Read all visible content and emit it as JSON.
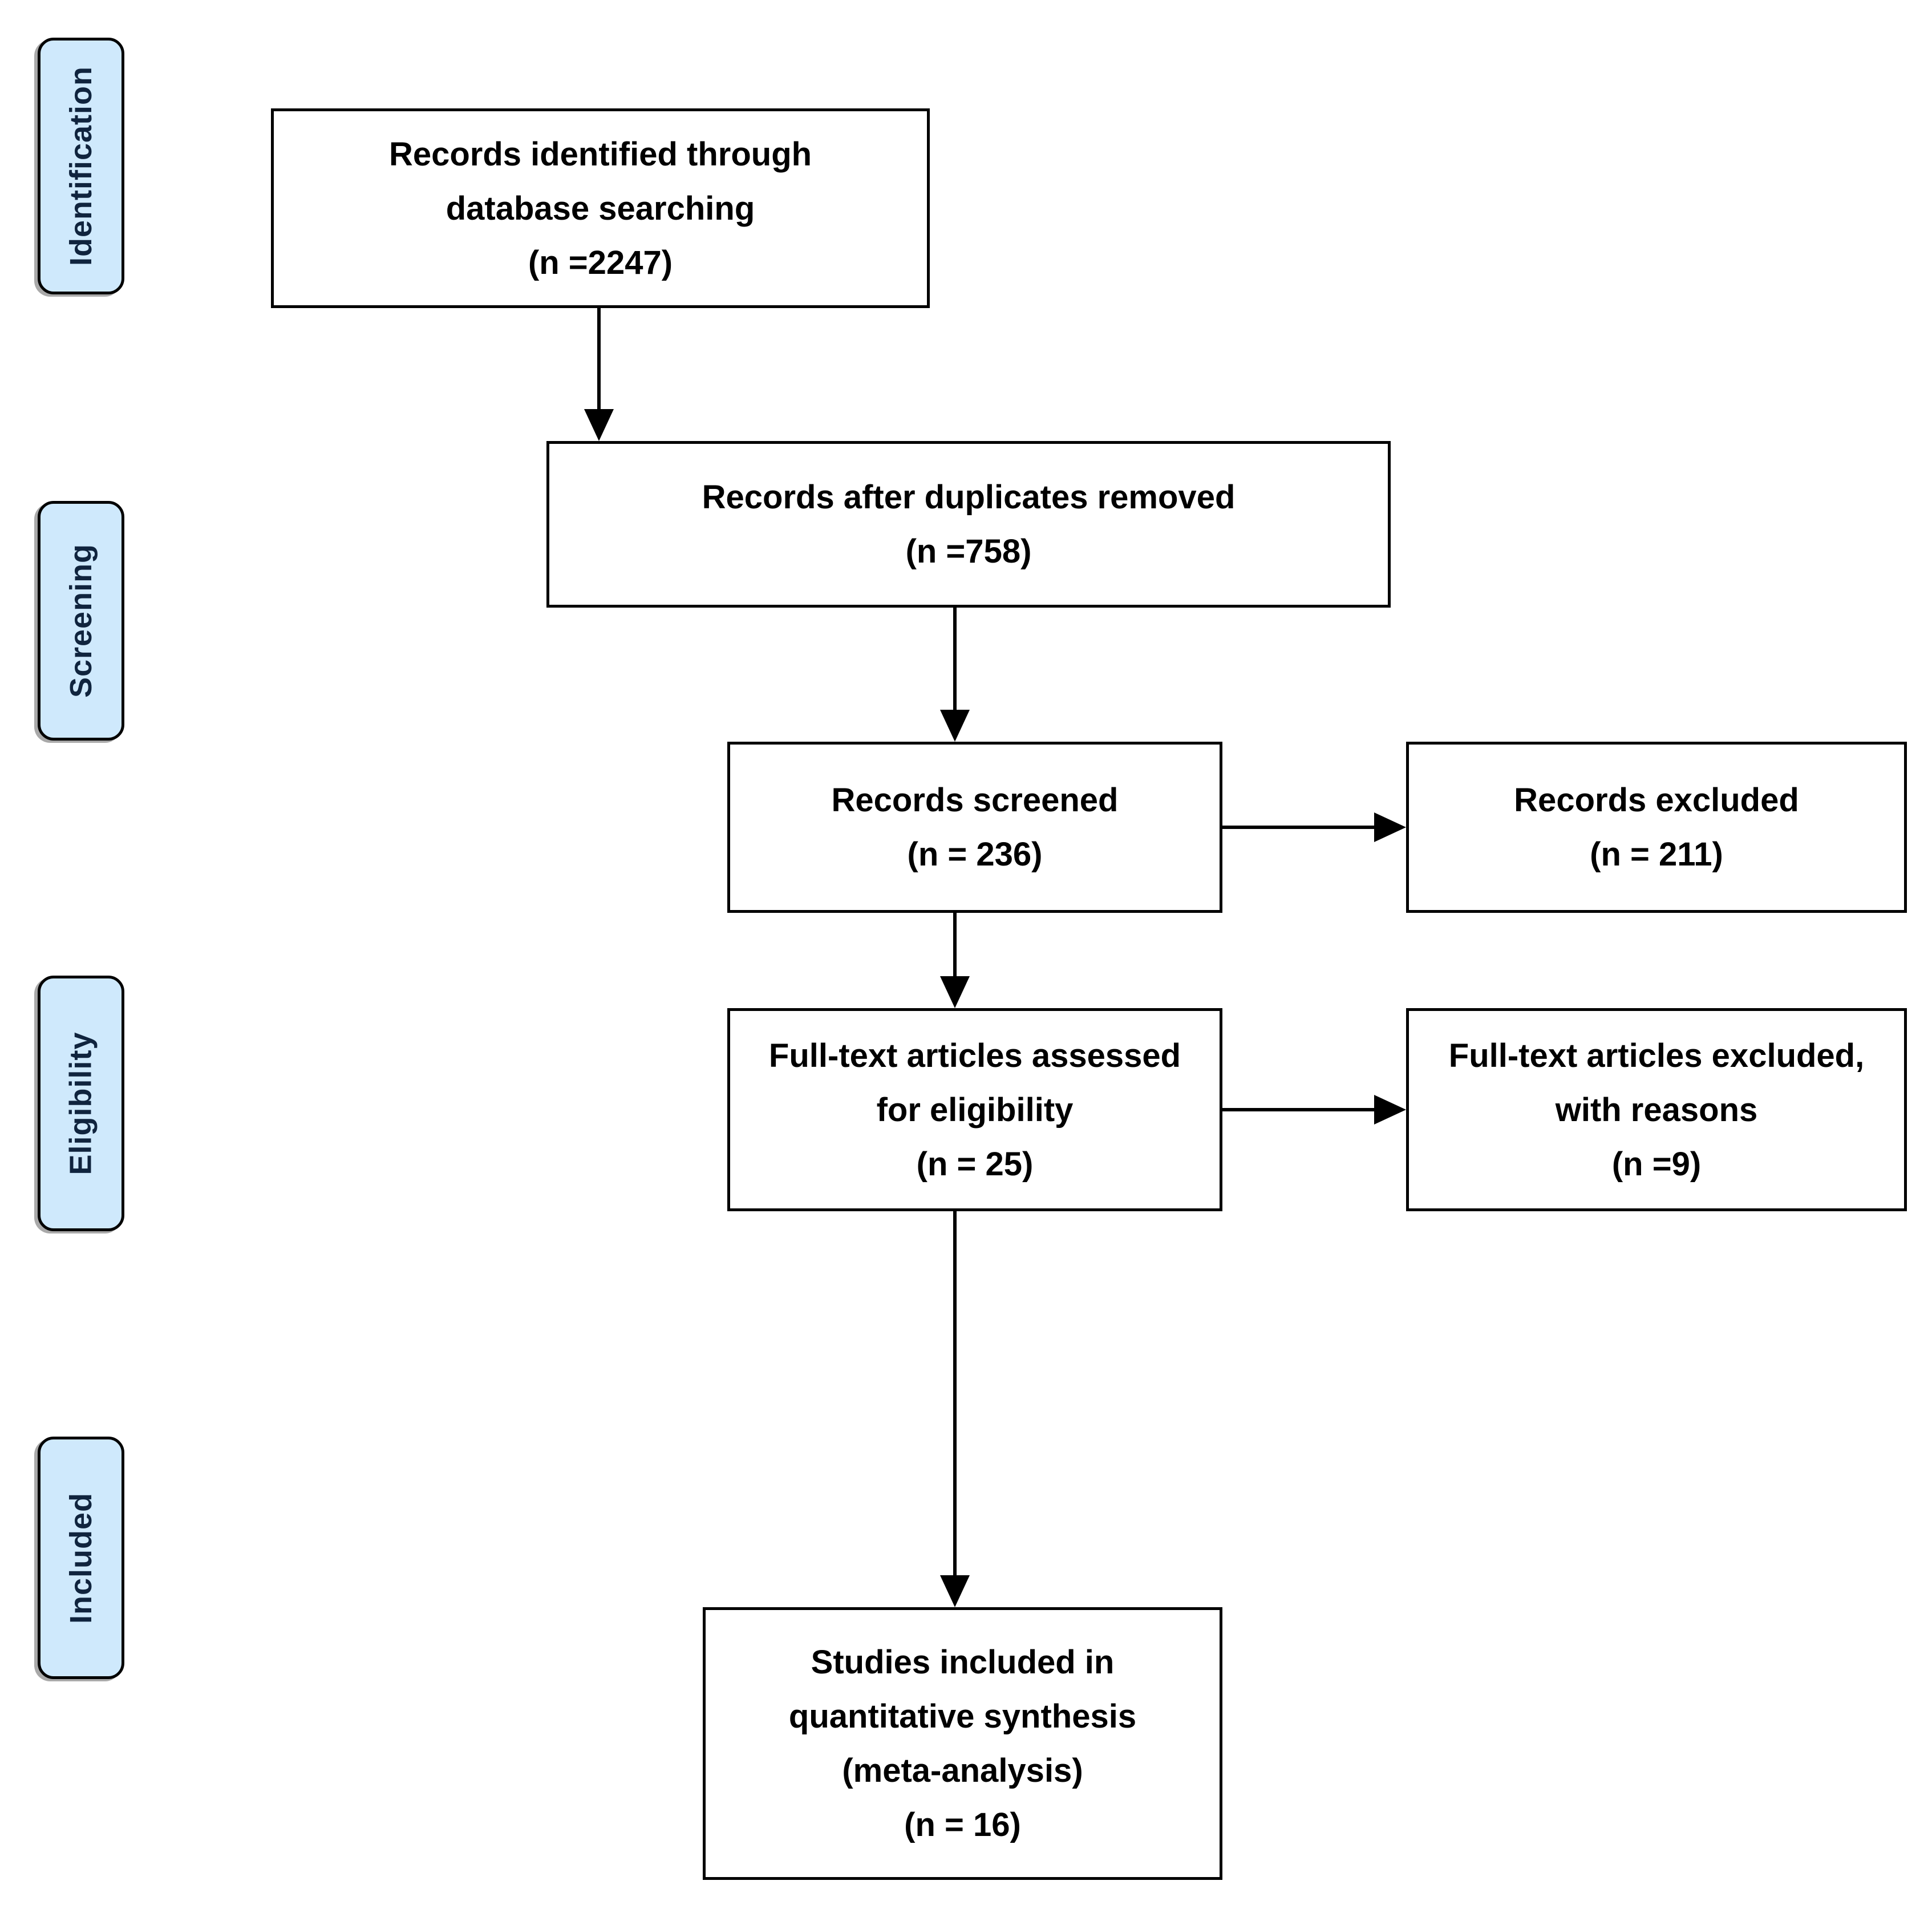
{
  "diagram": {
    "stages": [
      {
        "label": "Identification"
      },
      {
        "label": "Screening"
      },
      {
        "label": "Eligibility"
      },
      {
        "label": "Included"
      }
    ],
    "boxes": {
      "identified": {
        "lines": [
          "Records identified through",
          "database searching",
          "(n =2247)"
        ]
      },
      "deduplicated": {
        "lines": [
          "Records after duplicates removed",
          "(n =758)"
        ]
      },
      "screened": {
        "lines": [
          "Records screened",
          "(n = 236)"
        ]
      },
      "records_excluded": {
        "lines": [
          "Records excluded",
          "(n = 211)"
        ]
      },
      "fulltext_assessed": {
        "lines": [
          "Full-text articles assessed",
          "for eligibility",
          "(n = 25)"
        ]
      },
      "fulltext_excluded": {
        "lines": [
          "Full-text articles excluded,",
          "with reasons",
          "(n =9)"
        ]
      },
      "included_studies": {
        "lines": [
          "Studies included in",
          "quantitative synthesis",
          "(meta-analysis)",
          "(n = 16)"
        ]
      }
    },
    "colors": {
      "background": "#ffffff",
      "stage_fill": "#cfe9fc",
      "stage_border": "#000000",
      "stage_text": "#10243e",
      "box_border": "#000000",
      "box_text": "#000000",
      "arrow": "#000000"
    }
  }
}
